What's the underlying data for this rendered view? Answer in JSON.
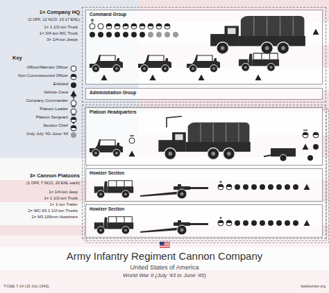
{
  "diagram": {
    "title": "Army Infantry Regiment Cannon Company",
    "nodes": [
      {
        "text": [
          "1× Company HQ",
          "(2 OFF, 12 NCO, 13-17 ENL)"
        ]
      },
      {
        "text": [
          "Command Group"
        ],
        "in": 0
      },
      {
        "text": [
          "Administration Group"
        ],
        "in": 0
      },
      {
        "text": [
          "3× Cannon Platoons",
          "(1 OFF, 7 NCO, 20 ENL each)"
        ]
      },
      {
        "text": [
          "Platoon Headquarters"
        ],
        "in": 3
      },
      {
        "text": [
          "Howizer Section"
        ],
        "in": 3
      },
      {
        "text": [
          "Howizer Section"
        ],
        "in": 3
      }
    ],
    "labels": [
      "1× 1 1/2-ton Truck",
      "1× 3/4-ton WC Truck",
      "3× 1/4-ton Jeeps",
      "Key",
      "1× 1/4-ton Jeep",
      "1× 1 1/2-ton Truck",
      "1× 1-ton Trailer",
      "2× WC-63 1 1/2-ton Trucks",
      "2× M3 105mm Howitzers",
      "United States of America",
      "World War II (July '43 to June '45)",
      "T/O&E 7-14 (15 July 1943)",
      "battleorder.org"
    ],
    "legend": [
      {
        "text": "Officer/Warrant Officer"
      },
      {
        "text": "Non-Commissioned Officer"
      },
      {
        "text": "Enlisted"
      },
      {
        "text": "Vehicle Crew"
      },
      {
        "text": "Company Commander"
      },
      {
        "text": "Platoon Leader"
      },
      {
        "text": "Platoon Sergeant"
      },
      {
        "text": "Section Chief"
      },
      {
        "text": "Only July '43–June '44"
      }
    ]
  }
}
